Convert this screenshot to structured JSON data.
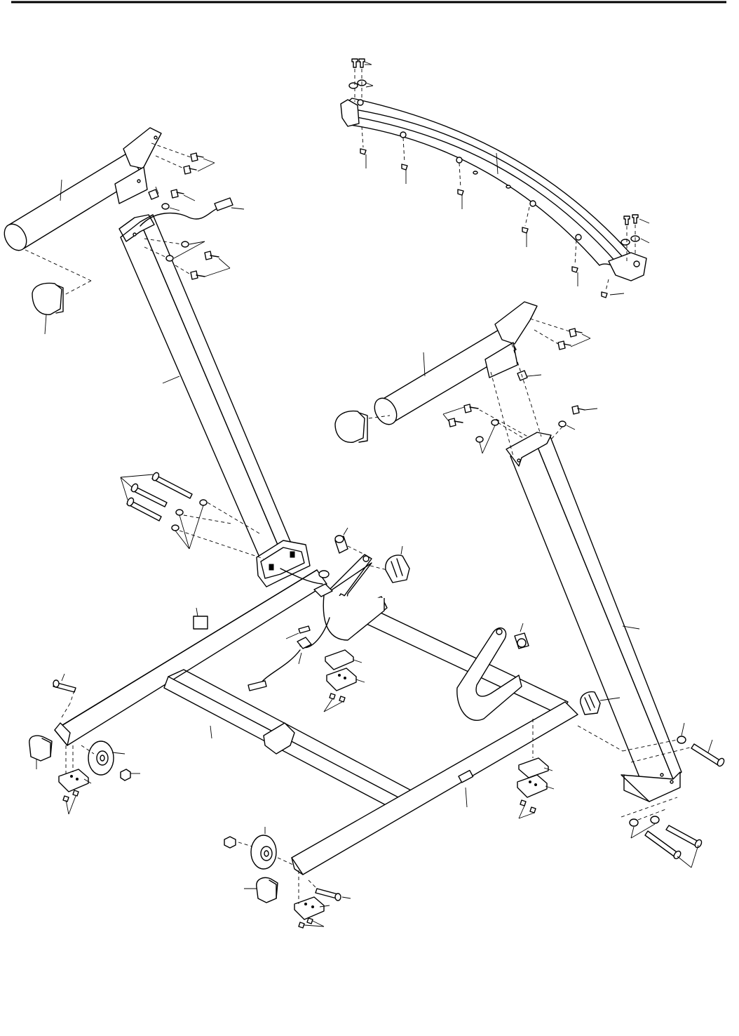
{
  "page": {
    "rule_color": "#000000",
    "background": "#ffffff"
  },
  "diagram": {
    "kind": "exploded-parts-assembly",
    "parts": [
      "left-upright",
      "right-upright",
      "left-handrail-tube",
      "right-handrail-tube",
      "console-crossbar",
      "left-endcap",
      "right-endcap",
      "base-frame",
      "front-crossbar",
      "rear-crossbar",
      "left-wheel",
      "right-wheel",
      "left-pivot-bracket",
      "right-pivot-bracket",
      "wire-harness",
      "base-pads",
      "bolts",
      "washers",
      "screws",
      "nuts"
    ]
  }
}
